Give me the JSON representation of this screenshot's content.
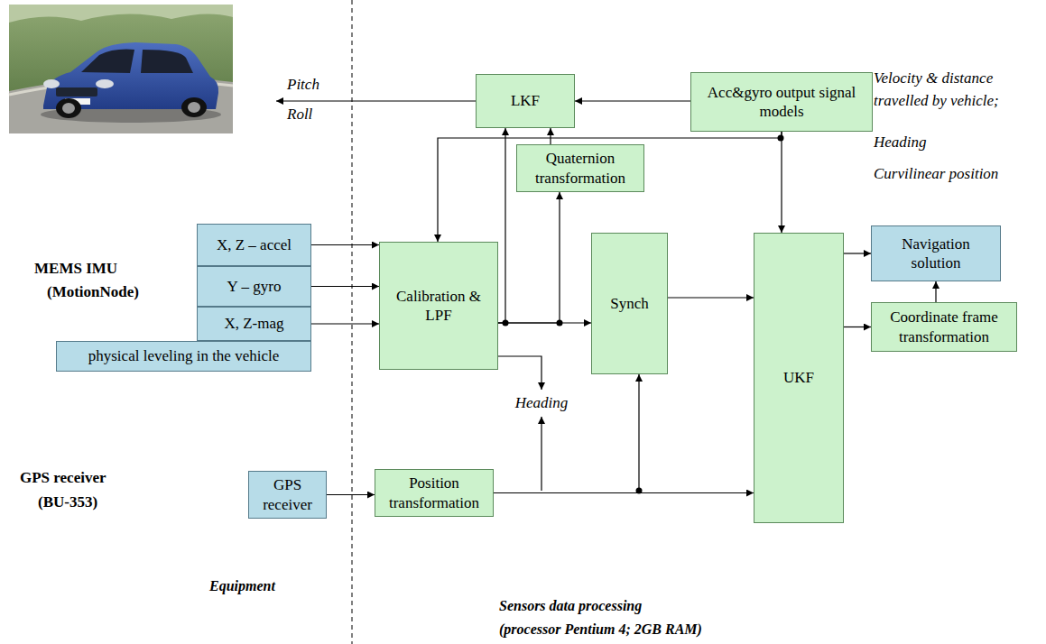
{
  "diagram": {
    "nodes": [
      {
        "text": [
          "LKF"
        ]
      },
      {
        "text": [
          "Acc&gyro output signal models"
        ]
      },
      {
        "text": [
          "Quaternion transformation"
        ]
      },
      {
        "text": [
          "X, Z – accel"
        ]
      },
      {
        "text": [
          "Y – gyro"
        ]
      },
      {
        "text": [
          "X, Z-mag"
        ]
      },
      {
        "text": [
          "Calibration & LPF"
        ]
      },
      {
        "text": [
          "Synch"
        ]
      },
      {
        "text": [
          "UKF"
        ]
      },
      {
        "text": [
          "Navigation solution"
        ]
      },
      {
        "text": [
          "physical leveling in the vehicle"
        ]
      },
      {
        "text": [
          "Coordinate frame transformation"
        ]
      },
      {
        "text": [
          "GPS receiver"
        ]
      },
      {
        "text": [
          "Position transformation"
        ]
      }
    ],
    "edges": [
      {
        "from": 1,
        "to": 0,
        "arrow": "to"
      },
      {
        "from": 6,
        "to": 0,
        "arrow": "to"
      },
      {
        "from": 6,
        "to": 2,
        "arrow": "to"
      },
      {
        "from": 2,
        "to": 0,
        "arrow": "to"
      },
      {
        "from": 6,
        "to": 7,
        "arrow": "to"
      },
      {
        "from": 1,
        "to": 6,
        "arrow": "to"
      },
      {
        "from": 1,
        "to": 8,
        "arrow": "to"
      },
      {
        "from": 3,
        "to": 6,
        "arrow": "to"
      },
      {
        "from": 4,
        "to": 6,
        "arrow": "to"
      },
      {
        "from": 5,
        "to": 6,
        "arrow": "to"
      },
      {
        "from": 7,
        "to": 8,
        "arrow": "to"
      },
      {
        "from": 12,
        "to": 13,
        "arrow": "to"
      },
      {
        "from": 13,
        "to": 8,
        "arrow": "to"
      },
      {
        "from": 13,
        "to": 7,
        "arrow": "to"
      },
      {
        "from": 8,
        "to": 9,
        "arrow": "to"
      },
      {
        "from": 8,
        "to": 11,
        "arrow": "to"
      },
      {
        "from": 11,
        "to": 9,
        "arrow": "to"
      }
    ],
    "labels": [
      "Pitch",
      "Roll",
      "Velocity & distance travelled by vehicle;",
      "Heading",
      "Curvilinear position",
      "MEMS IMU",
      "(MotionNode)",
      "Heading",
      "GPS receiver",
      "(BU-353)",
      "Equipment",
      "Sensors data processing",
      "(processor Pentium 4; 2GB RAM)"
    ]
  }
}
